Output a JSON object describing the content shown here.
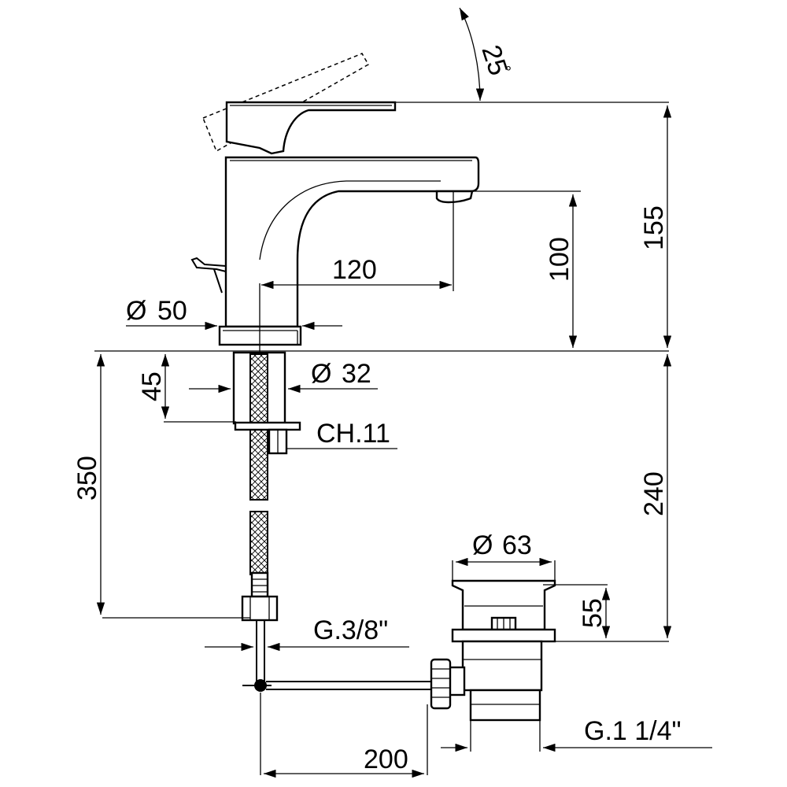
{
  "dimensions": {
    "lever_angle": "25",
    "lever_angle_unit": "°",
    "total_height": "155",
    "spout_height": "100",
    "spout_reach": "120",
    "base_diameter": "50",
    "shank_diameter": "32",
    "nut_height": "45",
    "hose_length": "350",
    "waste_height": "240",
    "waste_diameter": "63",
    "waste_plug_height": "55",
    "hose_connection": "G.3/8\"",
    "wrench_size": "CH.11",
    "rod_length": "200",
    "waste_thread": "G.1 1/4\""
  },
  "symbols": {
    "diameter": "Ø"
  }
}
